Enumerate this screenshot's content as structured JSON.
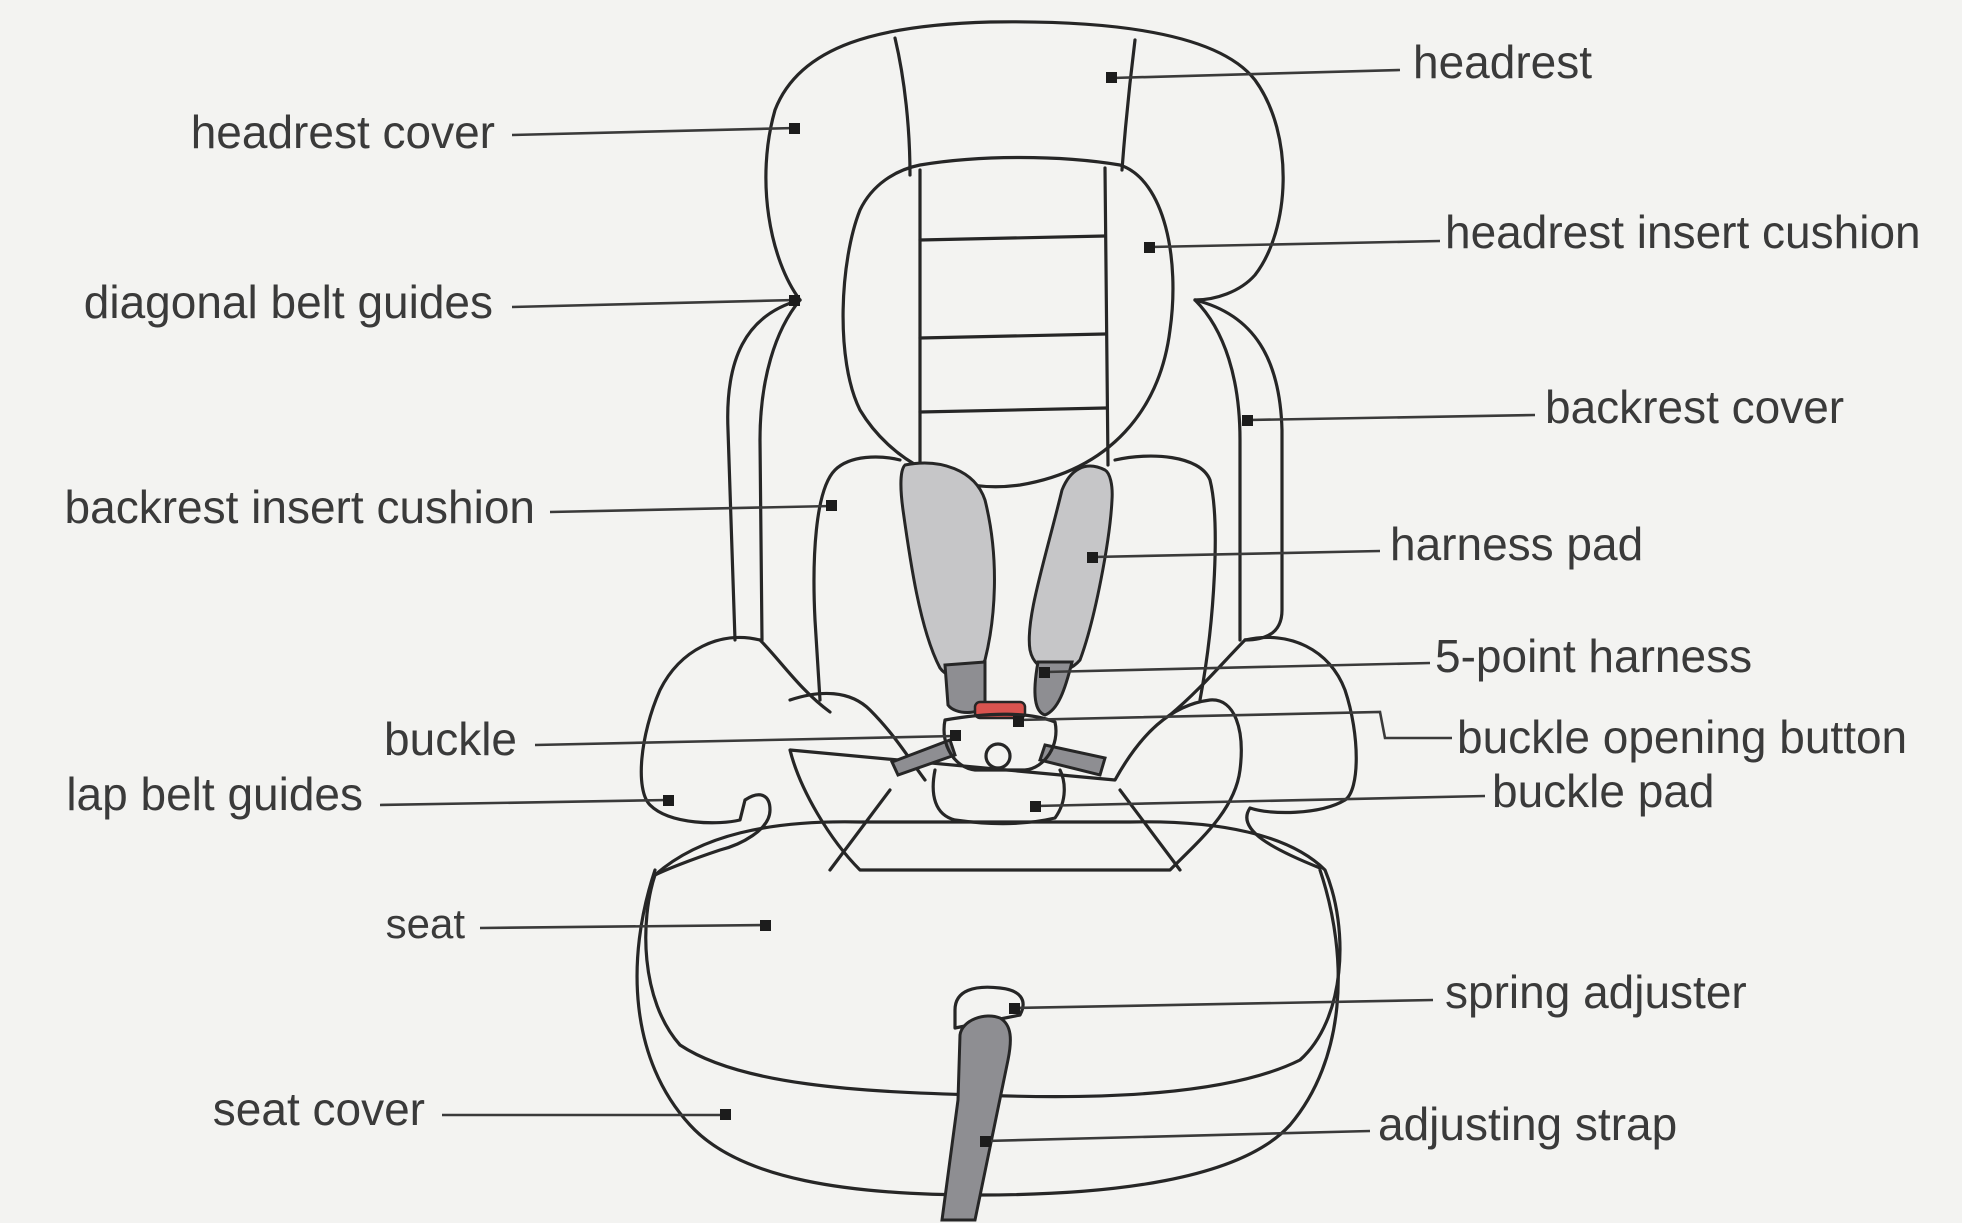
{
  "colors": {
    "background": "#f3f3f1",
    "outline": "#262626",
    "label_text": "#3a3a3a",
    "harness_pad_fill": "#c6c6c8",
    "strap_fill": "#8e8e92",
    "buckle_button_accent": "#d9534f"
  },
  "labels": {
    "headrest": "headrest",
    "headrest_cover": "headrest cover",
    "headrest_insert_cushion": "headrest insert cushion",
    "diagonal_belt_guides": "diagonal belt guides",
    "backrest_cover": "backrest cover",
    "backrest_insert_cushion": "backrest insert cushion",
    "harness_pad": "harness pad",
    "five_point_harness": "5-point harness",
    "buckle": "buckle",
    "buckle_opening_button": "buckle opening button",
    "lap_belt_guides": "lap belt guides",
    "buckle_pad": "buckle pad",
    "seat": "seat",
    "spring_adjuster": "spring adjuster",
    "seat_cover": "seat cover",
    "adjusting_strap": "adjusting strap"
  }
}
